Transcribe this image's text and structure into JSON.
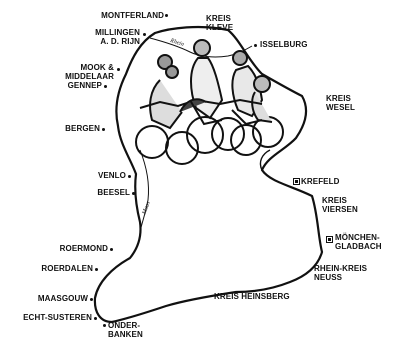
{
  "places": {
    "montferland": "MONTFERLAND",
    "millingen": "MILLINGEN\nA. D. RIJN",
    "mook": "MOOK &\nMIDDELAAR",
    "gennep": "GENNEP",
    "bergen": "BERGEN",
    "venlo": "VENLO",
    "beesel": "BEESEL",
    "roermond": "ROERMOND",
    "roerdalen": "ROERDALEN",
    "maasgouw": "MAASGOUW",
    "echt": "ECHT-SUSTEREN",
    "onderbanken": "ONDER-\nBANKEN",
    "kleve": "KREIS\nKLEVE",
    "isselburg": "ISSELBURG",
    "wesel": "KREIS\nWESEL",
    "krefeld": "KREFELD",
    "viersen": "KREIS\nVIERSEN",
    "moenchengladbach": "MÖNCHEN-\nGLADBACH",
    "neuss": "RHEIN-KREIS\nNEUSS",
    "heinsberg": "KREIS HEINSBERG"
  },
  "rivers": {
    "rhine": "Rhein",
    "maas": "Maas"
  }
}
